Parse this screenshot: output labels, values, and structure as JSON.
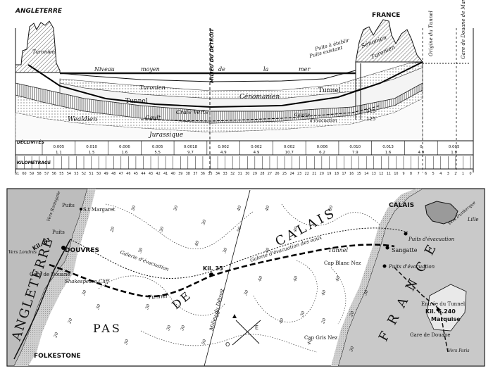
{
  "profile": {
    "angleterre": "ANGLETERRE",
    "france": "FRANCE",
    "turonien_left": "Turonien",
    "niveau": [
      "Niveau",
      "moyen",
      "de",
      "la",
      "mer"
    ],
    "milieu": "MILIEU DU DÉTROIT",
    "puits_a_etablir": "Puits à établir",
    "puits_existant": "Puits existant",
    "senonien": "Sénonien",
    "turonien_right": "Turonien",
    "origine": "Origine du Tunnel",
    "gare_marquise": "Gare de Douane de Marquise",
    "turonien_mid": "Turonien",
    "cenomanien": "Cénomanien",
    "tunnel_left": "Tunnel",
    "tunnel_right": "Tunnel",
    "craie_verte": "Craie Verte",
    "galerie_evac": [
      "Galerie",
      "d'évacuation"
    ],
    "gault": "Gault",
    "wealdien": "Wealdien",
    "jurassique": "Jurassique",
    "depth_115": "115",
    "depth_125": "125",
    "declivites_label": "DÉCLIVITÉS",
    "declivites": [
      {
        "top": "0.005",
        "bot": "1.1"
      },
      {
        "top": "0.010",
        "bot": "1.5"
      },
      {
        "top": "0.006",
        "bot": "1.6"
      },
      {
        "top": "0.005",
        "bot": "5.5"
      },
      {
        "top": "0.0018",
        "bot": "9.7"
      },
      {
        "top": "0.002",
        "bot": "4.9"
      },
      {
        "top": "0.002",
        "bot": "4.9"
      },
      {
        "top": "0.002",
        "bot": "10.7"
      },
      {
        "top": "0.006",
        "bot": "6.2"
      },
      {
        "top": "0.010",
        "bot": "7.9"
      },
      {
        "top": "0.013",
        "bot": "1.6"
      },
      {
        "top": "0",
        "bot": "4.9"
      },
      {
        "top": "0.005",
        "bot": "1.8"
      }
    ],
    "kilometrage_label": "KILOMÉTRAGE",
    "km_ticks": [
      "61",
      "60",
      "59",
      "58",
      "57",
      "56",
      "55",
      "54",
      "53",
      "52",
      "51",
      "50",
      "49",
      "48",
      "47",
      "46",
      "45",
      "44",
      "43",
      "42",
      "41",
      "40",
      "39",
      "38",
      "37",
      "36",
      "35",
      "34",
      "33",
      "32",
      "31",
      "30",
      "29",
      "28",
      "27",
      "26",
      "25",
      "24",
      "23",
      "22",
      "21",
      "20",
      "19",
      "18",
      "17",
      "16",
      "15",
      "14",
      "13",
      "12",
      "11",
      "10",
      "9",
      "8",
      "7",
      "6",
      "5",
      "4",
      "3",
      "2",
      "1",
      "0"
    ]
  },
  "map": {
    "angleterre": "ANGLETERRE",
    "puits_top": "Puits",
    "st_margaret": "S.t Margaret",
    "vers_ramsgate": "Vers Ramsgate",
    "puits_left": "Puits",
    "kil61": "Kil. 61",
    "vers_londres": "Vers Londres",
    "douvres": "DOUVRES",
    "gare_de_douane": "Gare de Douane",
    "shakespeare": "Shakespeare Cliff",
    "galerie_left": "Galerie d'évacuation",
    "tunnel_left": "Tunnel",
    "pas": "PAS",
    "de": "DE",
    "calais_sea": "CALAIS",
    "kil35": "Kil. 35",
    "milieu": "Milieu du Détroit",
    "galerie_right": "Galerie d'évacuation des eaux",
    "tunnel_right": "Tunnel",
    "calais_town": "CALAIS",
    "vers_dunkerque": "Vers Dunkerque",
    "lille": "Lille",
    "puits_evac_1": "Puits d'évacuation",
    "sangatte": "Sangatte",
    "cap_blanc_nez": "Cap Blanc Nez",
    "puits_evac_2": "Puits d'évacuation",
    "france": "FRANCE",
    "entree": "Entrée du Tunnel",
    "kil6": "Kil. 6.240",
    "marquise": "Marquise",
    "gare_douane_fr": "Gare de Douane",
    "vers_paris": "Vers Paris",
    "cap_gris_nez": "Cap Gris Nez",
    "folkestone": "FOLKESTONE",
    "compass_o": "O",
    "compass_e": "E",
    "soundings": [
      "30",
      "20",
      "30",
      "30",
      "30",
      "40",
      "40",
      "40",
      "30",
      "30",
      "50",
      "40",
      "40",
      "30",
      "30",
      "30",
      "40",
      "40",
      "40",
      "30",
      "20",
      "20",
      "30",
      "40",
      "30",
      "50",
      "50",
      "30",
      "40",
      "30",
      "20",
      "30",
      "40",
      "20",
      "30",
      "30"
    ]
  }
}
